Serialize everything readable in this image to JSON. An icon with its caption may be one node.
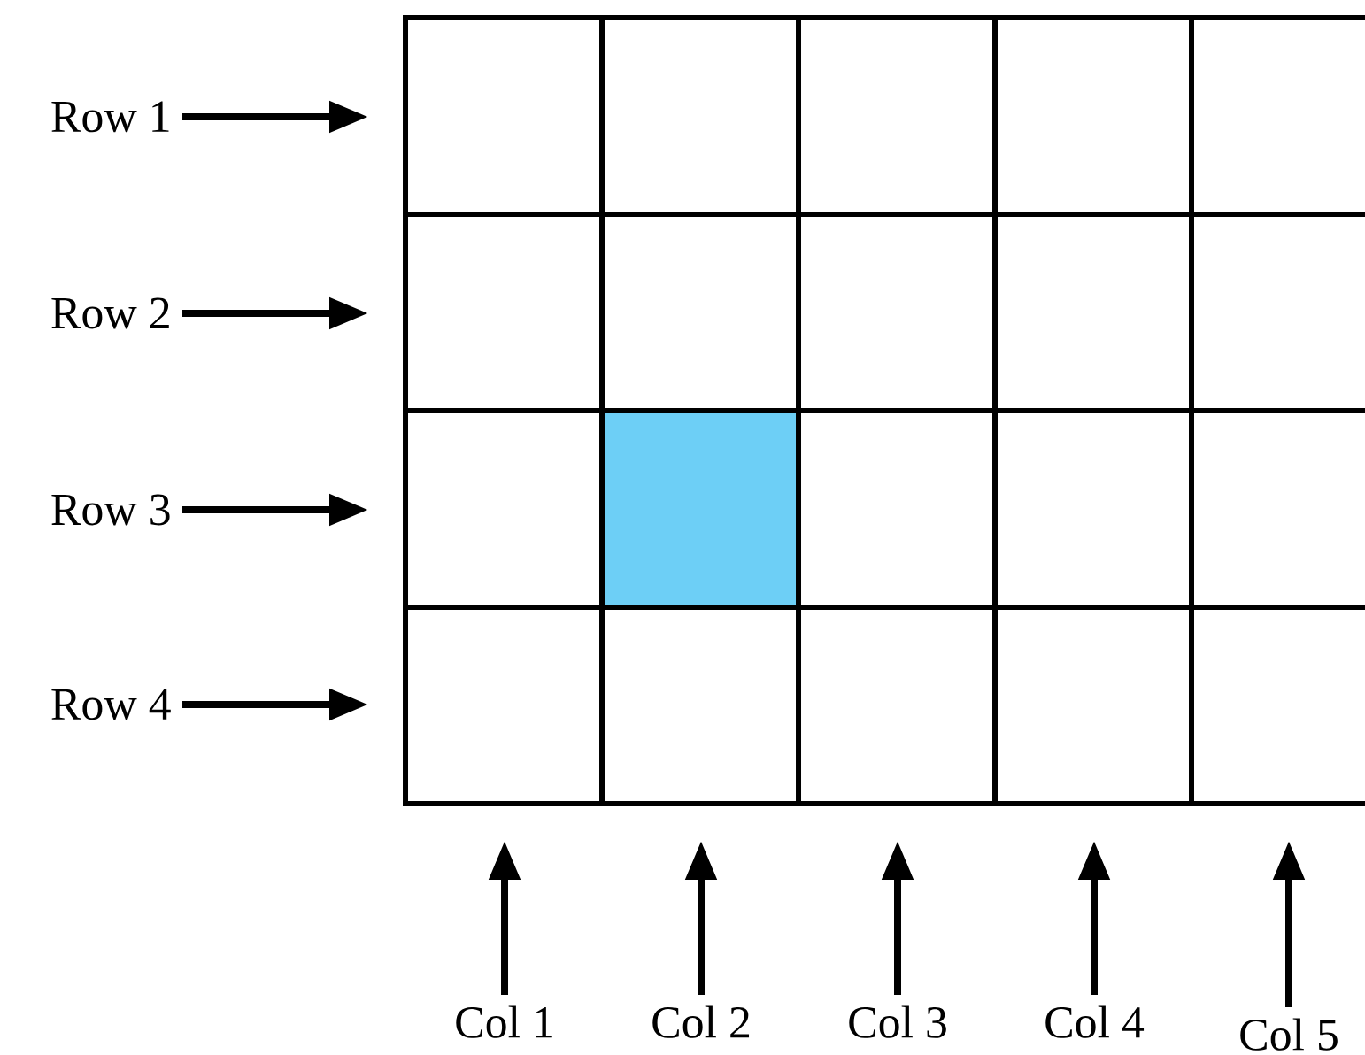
{
  "diagram": {
    "nodes": [
      {
        "text": [
          "Row 1"
        ]
      },
      {
        "text": [
          "Row 2"
        ]
      },
      {
        "text": [
          "Row 3"
        ]
      },
      {
        "text": [
          "Row 4"
        ]
      },
      {
        "text": [
          "Col 1"
        ]
      },
      {
        "text": [
          "Col 2"
        ]
      },
      {
        "text": [
          "Col 3"
        ]
      },
      {
        "text": [
          "Col 4"
        ]
      },
      {
        "text": [
          "Col 5"
        ]
      }
    ],
    "edges": [
      {
        "from": 0,
        "to": null,
        "arrow": "to"
      },
      {
        "from": 1,
        "to": null,
        "arrow": "to"
      },
      {
        "from": 2,
        "to": null,
        "arrow": "to"
      },
      {
        "from": 3,
        "to": null,
        "arrow": "to"
      },
      {
        "from": 4,
        "to": null,
        "arrow": "to"
      },
      {
        "from": 5,
        "to": null,
        "arrow": "to"
      },
      {
        "from": 6,
        "to": null,
        "arrow": "to"
      },
      {
        "from": 7,
        "to": null,
        "arrow": "to"
      },
      {
        "from": 8,
        "to": null,
        "arrow": "to"
      }
    ]
  }
}
